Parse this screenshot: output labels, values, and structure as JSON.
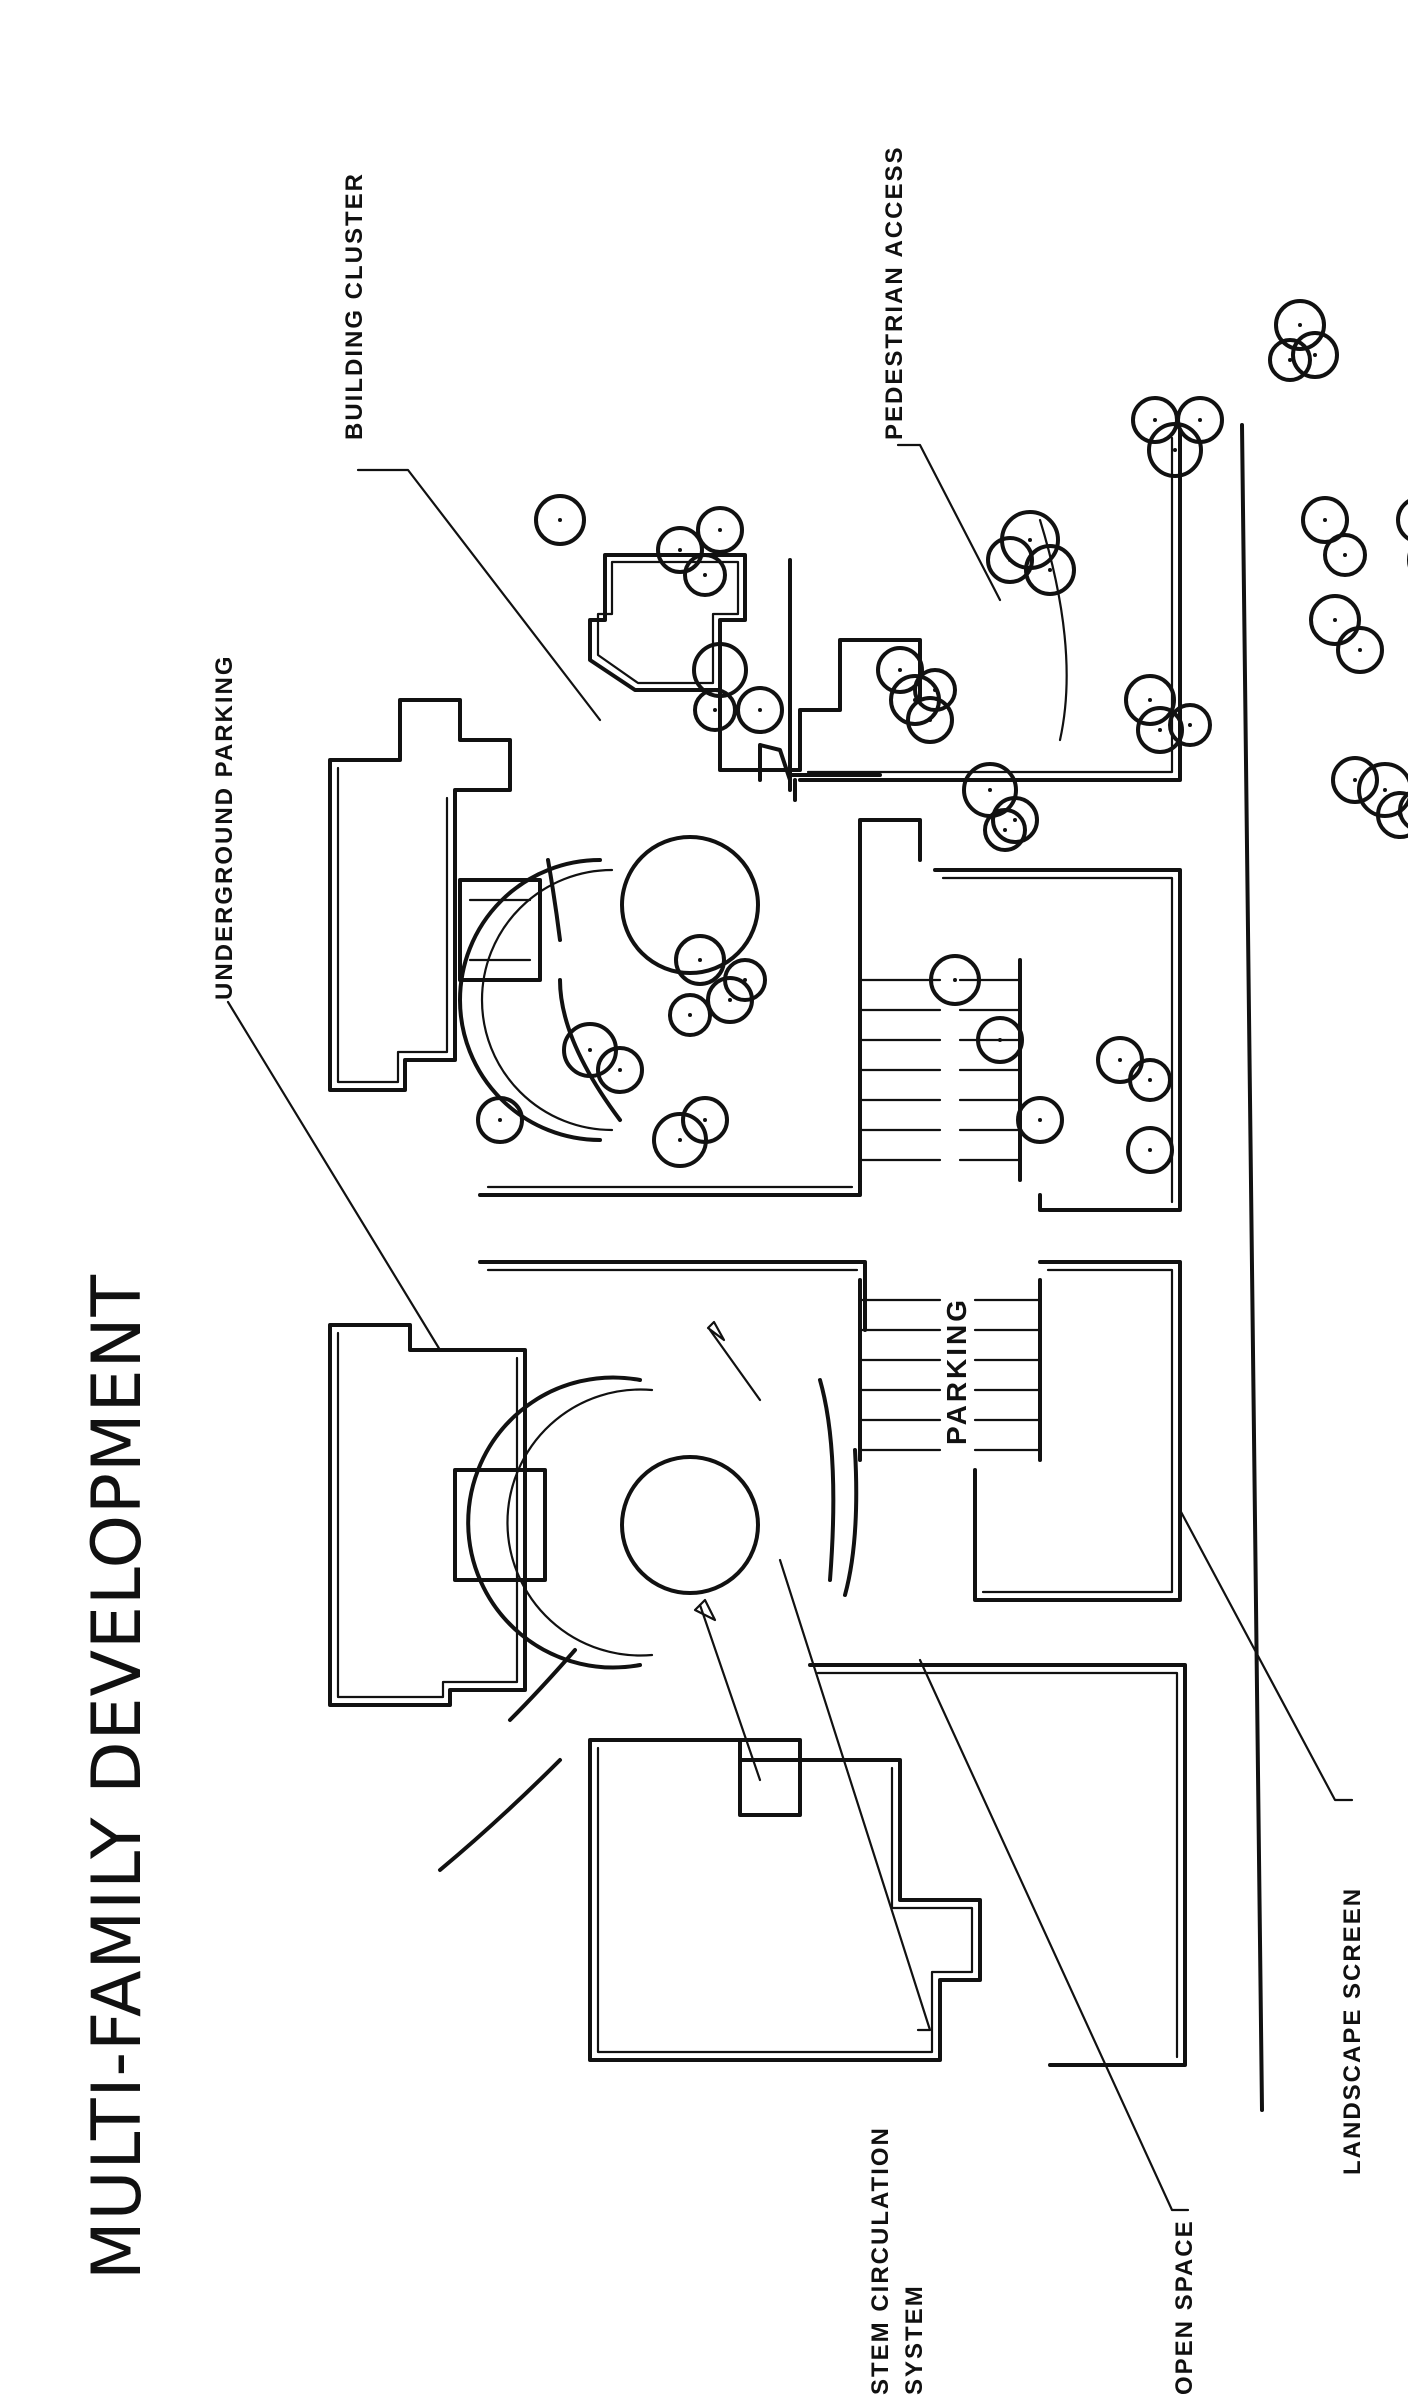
{
  "title": "MULTI-FAMILY DEVELOPMENT",
  "labels": {
    "underground_parking": "UNDERGROUND PARKING",
    "building_cluster": "BUILDING CLUSTER",
    "pedestrian_access": "PEDESTRIAN ACCESS",
    "stem_circulation_1": "STEM CIRCULATION",
    "stem_circulation_2": "SYSTEM",
    "open_space": "OPEN SPACE",
    "landscape_screen": "LANDSCAPE SCREEN",
    "parking": "PARKING"
  }
}
